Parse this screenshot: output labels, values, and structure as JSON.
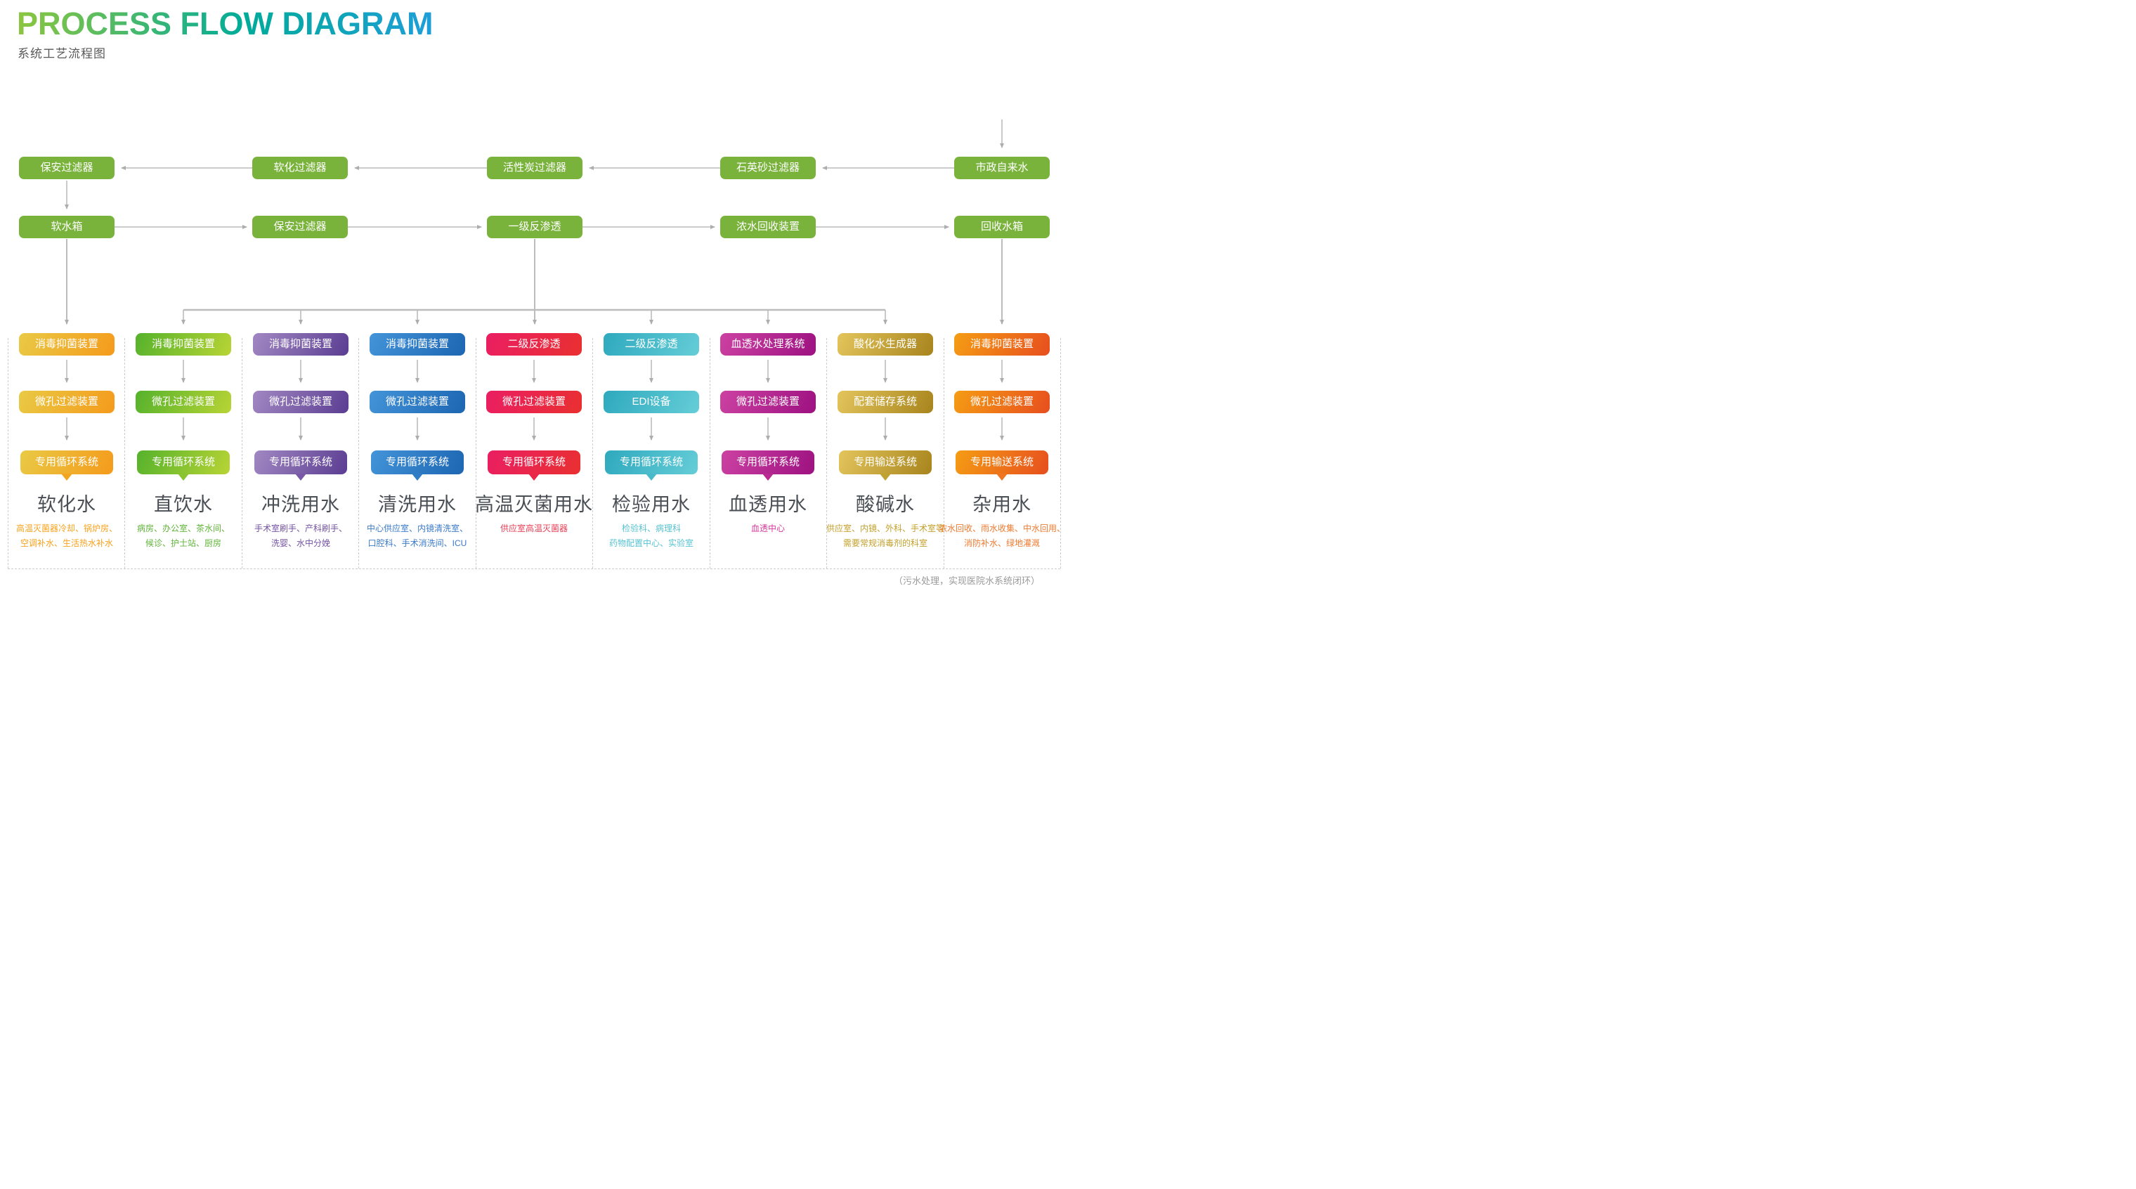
{
  "header": {
    "title": "PROCESS FLOW DIAGRAM",
    "subtitle": "系统工艺流程图"
  },
  "colors": {
    "node_green": "#7ab33c",
    "line_gray": "#bcbcbc",
    "title_gradient": [
      "#8dc63f",
      "#00ab9a",
      "#1f9ed9"
    ]
  },
  "pretreatment": {
    "row1": [
      "保安过滤器",
      "软化过滤器",
      "活性炭过滤器",
      "石英砂过滤器",
      "市政自来水"
    ],
    "row2": [
      "软水箱",
      "保安过滤器",
      "一级反渗透",
      "浓水回收装置",
      "回收水箱"
    ]
  },
  "columns": [
    {
      "stage1": "消毒抑菌装置",
      "stage2": "微孔过滤装置",
      "stage3": "专用循环系统",
      "title": "软化水",
      "detail_lines": [
        "高温灭菌器冷却、锅炉房、",
        "空调补水、生活热水补水"
      ],
      "color_start": "#e9ca45",
      "color_end": "#f59a1b",
      "pointer_color": "#f2a51f",
      "detail_color": "#f6a21e"
    },
    {
      "stage1": "消毒抑菌装置",
      "stage2": "微孔过滤装置",
      "stage3": "专用循环系统",
      "title": "直饮水",
      "detail_lines": [
        "病房、办公室、茶水间、",
        "候诊、护士站、厨房"
      ],
      "color_start": "#55b22c",
      "color_end": "#b8d435",
      "pointer_color": "#8ac431",
      "detail_color": "#60b33a"
    },
    {
      "stage1": "消毒抑菌装置",
      "stage2": "微孔过滤装置",
      "stage3": "专用循环系统",
      "title": "冲洗用水",
      "detail_lines": [
        "手术室刷手、产科刷手、",
        "洗婴、水中分娩"
      ],
      "color_start": "#a188c2",
      "color_end": "#5b3d92",
      "pointer_color": "#7a58a8",
      "detail_color": "#7553a3"
    },
    {
      "stage1": "消毒抑菌装置",
      "stage2": "微孔过滤装置",
      "stage3": "专用循环系统",
      "title": "清洗用水",
      "detail_lines": [
        "中心供应室、内镜清洗室、",
        "口腔科、手术消洗间、ICU"
      ],
      "color_start": "#4394d9",
      "color_end": "#1d66b2",
      "pointer_color": "#2f7ec5",
      "detail_color": "#3a7ac9"
    },
    {
      "stage1": "二级反渗透",
      "stage2": "微孔过滤装置",
      "stage3": "专用循环系统",
      "title": "高温灭菌用水",
      "detail_lines": [
        "供应室高温灭菌器"
      ],
      "color_start": "#ea1e63",
      "color_end": "#e93030",
      "pointer_color": "#e92849",
      "detail_color": "#e94058"
    },
    {
      "stage1": "二级反渗透",
      "stage2": "EDI设备",
      "stage3": "专用循环系统",
      "title": "检验用水",
      "detail_lines": [
        "检验科、病理科",
        "药物配置中心、实验室"
      ],
      "color_start": "#2fa9be",
      "color_end": "#65cdd7",
      "pointer_color": "#48bac9",
      "detail_color": "#58c3d1"
    },
    {
      "stage1": "血透水处理系统",
      "stage2": "微孔过滤装置",
      "stage3": "专用循环系统",
      "title": "血透用水",
      "detail_lines": [
        "血透中心"
      ],
      "color_start": "#cc42a2",
      "color_end": "#9d1181",
      "pointer_color": "#b82a92",
      "detail_color": "#d8389c"
    },
    {
      "stage1": "酸化水生成器",
      "stage2": "配套储存系统",
      "stage3": "专用输送系统",
      "title": "酸碱水",
      "detail_lines": [
        "供应室、内镜、外科、手术室等",
        "需要常规消毒剂的科室"
      ],
      "color_start": "#e3c55c",
      "color_end": "#a8841d",
      "pointer_color": "#c0a233",
      "detail_color": "#c3a02b"
    },
    {
      "stage1": "消毒抑菌装置",
      "stage2": "微孔过滤装置",
      "stage3": "专用输送系统",
      "title": "杂用水",
      "detail_lines": [
        "浓水回收、雨水收集、中水回用、",
        "消防补水、绿地灌溉"
      ],
      "color_start": "#f59d14",
      "color_end": "#e74e1e",
      "pointer_color": "#ef7520",
      "detail_color": "#ef7a30"
    }
  ],
  "footnote": "（污水处理，实现医院水系统闭环）"
}
